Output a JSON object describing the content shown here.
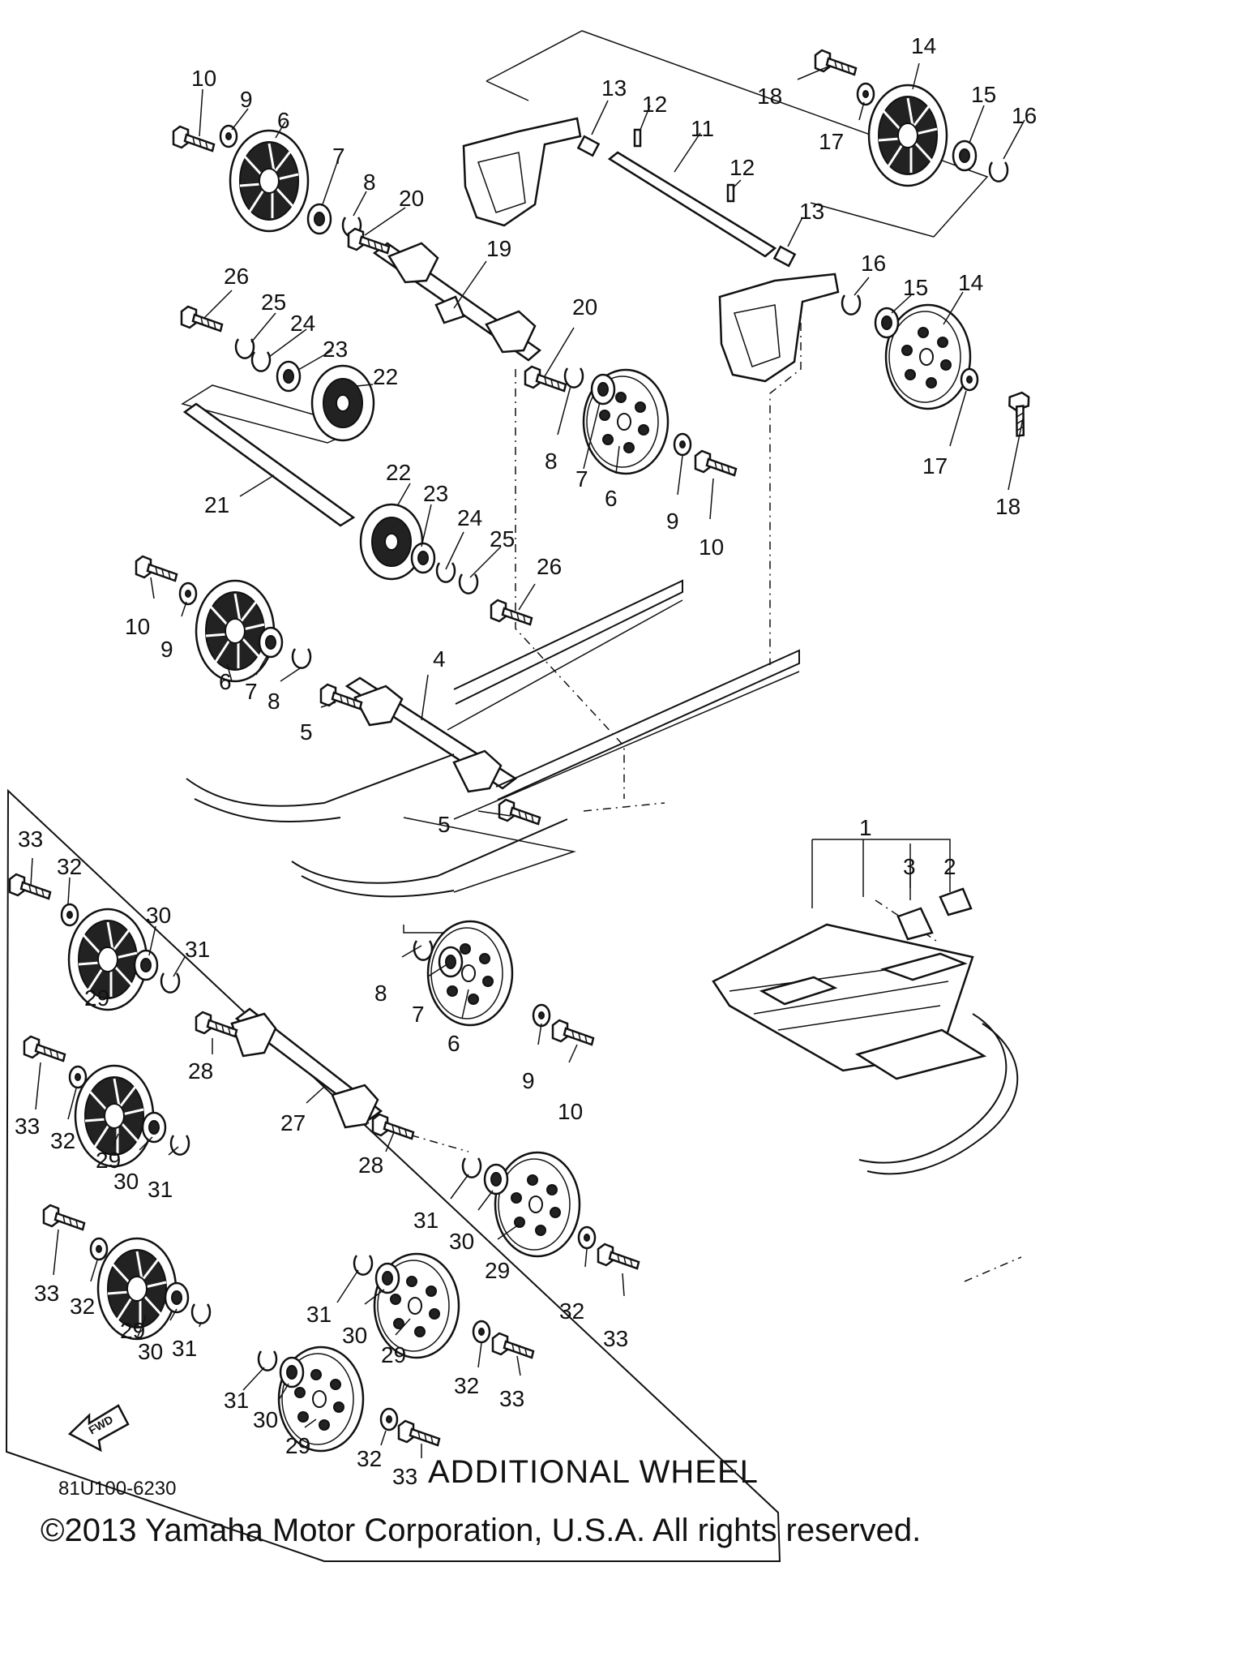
{
  "banner": "ADDITIONAL WHEEL",
  "figure_code": "81U100-6230",
  "copyright": "©2013 Yamaha Motor Corporation, U.S.A. All rights reserved.",
  "fwd_label": "FWD",
  "callouts": [
    {
      "id": "c1",
      "text": "10"
    },
    {
      "id": "c2",
      "text": "9"
    },
    {
      "id": "c3",
      "text": "6"
    },
    {
      "id": "c4",
      "text": "7"
    },
    {
      "id": "c5",
      "text": "8"
    },
    {
      "id": "c6",
      "text": "20"
    },
    {
      "id": "c7",
      "text": "19"
    },
    {
      "id": "c8",
      "text": "13"
    },
    {
      "id": "c9",
      "text": "12"
    },
    {
      "id": "c10",
      "text": "11"
    },
    {
      "id": "c11",
      "text": "12"
    },
    {
      "id": "c12",
      "text": "13"
    },
    {
      "id": "c13",
      "text": "18"
    },
    {
      "id": "c14",
      "text": "17"
    },
    {
      "id": "c15",
      "text": "14"
    },
    {
      "id": "c16",
      "text": "15"
    },
    {
      "id": "c17",
      "text": "16"
    },
    {
      "id": "c18",
      "text": "16"
    },
    {
      "id": "c19",
      "text": "15"
    },
    {
      "id": "c20",
      "text": "14"
    },
    {
      "id": "c21",
      "text": "17"
    },
    {
      "id": "c22",
      "text": "18"
    },
    {
      "id": "c23",
      "text": "26"
    },
    {
      "id": "c24",
      "text": "25"
    },
    {
      "id": "c25",
      "text": "24"
    },
    {
      "id": "c26",
      "text": "23"
    },
    {
      "id": "c27",
      "text": "22"
    },
    {
      "id": "c28",
      "text": "21"
    },
    {
      "id": "c29",
      "text": "20"
    },
    {
      "id": "c30",
      "text": "8"
    },
    {
      "id": "c31",
      "text": "7"
    },
    {
      "id": "c32",
      "text": "6"
    },
    {
      "id": "c33",
      "text": "9"
    },
    {
      "id": "c34",
      "text": "10"
    },
    {
      "id": "c35",
      "text": "22"
    },
    {
      "id": "c36",
      "text": "23"
    },
    {
      "id": "c37",
      "text": "24"
    },
    {
      "id": "c38",
      "text": "25"
    },
    {
      "id": "c39",
      "text": "26"
    },
    {
      "id": "c40",
      "text": "10"
    },
    {
      "id": "c41",
      "text": "9"
    },
    {
      "id": "c42",
      "text": "6"
    },
    {
      "id": "c43",
      "text": "7"
    },
    {
      "id": "c44",
      "text": "8"
    },
    {
      "id": "c45",
      "text": "4"
    },
    {
      "id": "c46",
      "text": "5"
    },
    {
      "id": "c47",
      "text": "5"
    },
    {
      "id": "c48",
      "text": "1"
    },
    {
      "id": "c49",
      "text": "3"
    },
    {
      "id": "c50",
      "text": "2"
    },
    {
      "id": "c51",
      "text": "33"
    },
    {
      "id": "c52",
      "text": "32"
    },
    {
      "id": "c53",
      "text": "30"
    },
    {
      "id": "c54",
      "text": "31"
    },
    {
      "id": "c55",
      "text": "29"
    },
    {
      "id": "c56",
      "text": "8"
    },
    {
      "id": "c57",
      "text": "7"
    },
    {
      "id": "c58",
      "text": "6"
    },
    {
      "id": "c59",
      "text": "9"
    },
    {
      "id": "c60",
      "text": "10"
    },
    {
      "id": "c61",
      "text": "28"
    },
    {
      "id": "c62",
      "text": "27"
    },
    {
      "id": "c63",
      "text": "28"
    },
    {
      "id": "c64",
      "text": "33"
    },
    {
      "id": "c65",
      "text": "32"
    },
    {
      "id": "c66",
      "text": "29"
    },
    {
      "id": "c67",
      "text": "30"
    },
    {
      "id": "c68",
      "text": "31"
    },
    {
      "id": "c69",
      "text": "31"
    },
    {
      "id": "c70",
      "text": "30"
    },
    {
      "id": "c71",
      "text": "29"
    },
    {
      "id": "c72",
      "text": "32"
    },
    {
      "id": "c73",
      "text": "33"
    },
    {
      "id": "c74",
      "text": "33"
    },
    {
      "id": "c75",
      "text": "32"
    },
    {
      "id": "c76",
      "text": "29"
    },
    {
      "id": "c77",
      "text": "30"
    },
    {
      "id": "c78",
      "text": "31"
    },
    {
      "id": "c79",
      "text": "31"
    },
    {
      "id": "c80",
      "text": "30"
    },
    {
      "id": "c81",
      "text": "29"
    },
    {
      "id": "c82",
      "text": "32"
    },
    {
      "id": "c83",
      "text": "33"
    },
    {
      "id": "c84",
      "text": "31"
    },
    {
      "id": "c85",
      "text": "30"
    },
    {
      "id": "c86",
      "text": "29"
    },
    {
      "id": "c87",
      "text": "32"
    },
    {
      "id": "c88",
      "text": "33"
    }
  ]
}
